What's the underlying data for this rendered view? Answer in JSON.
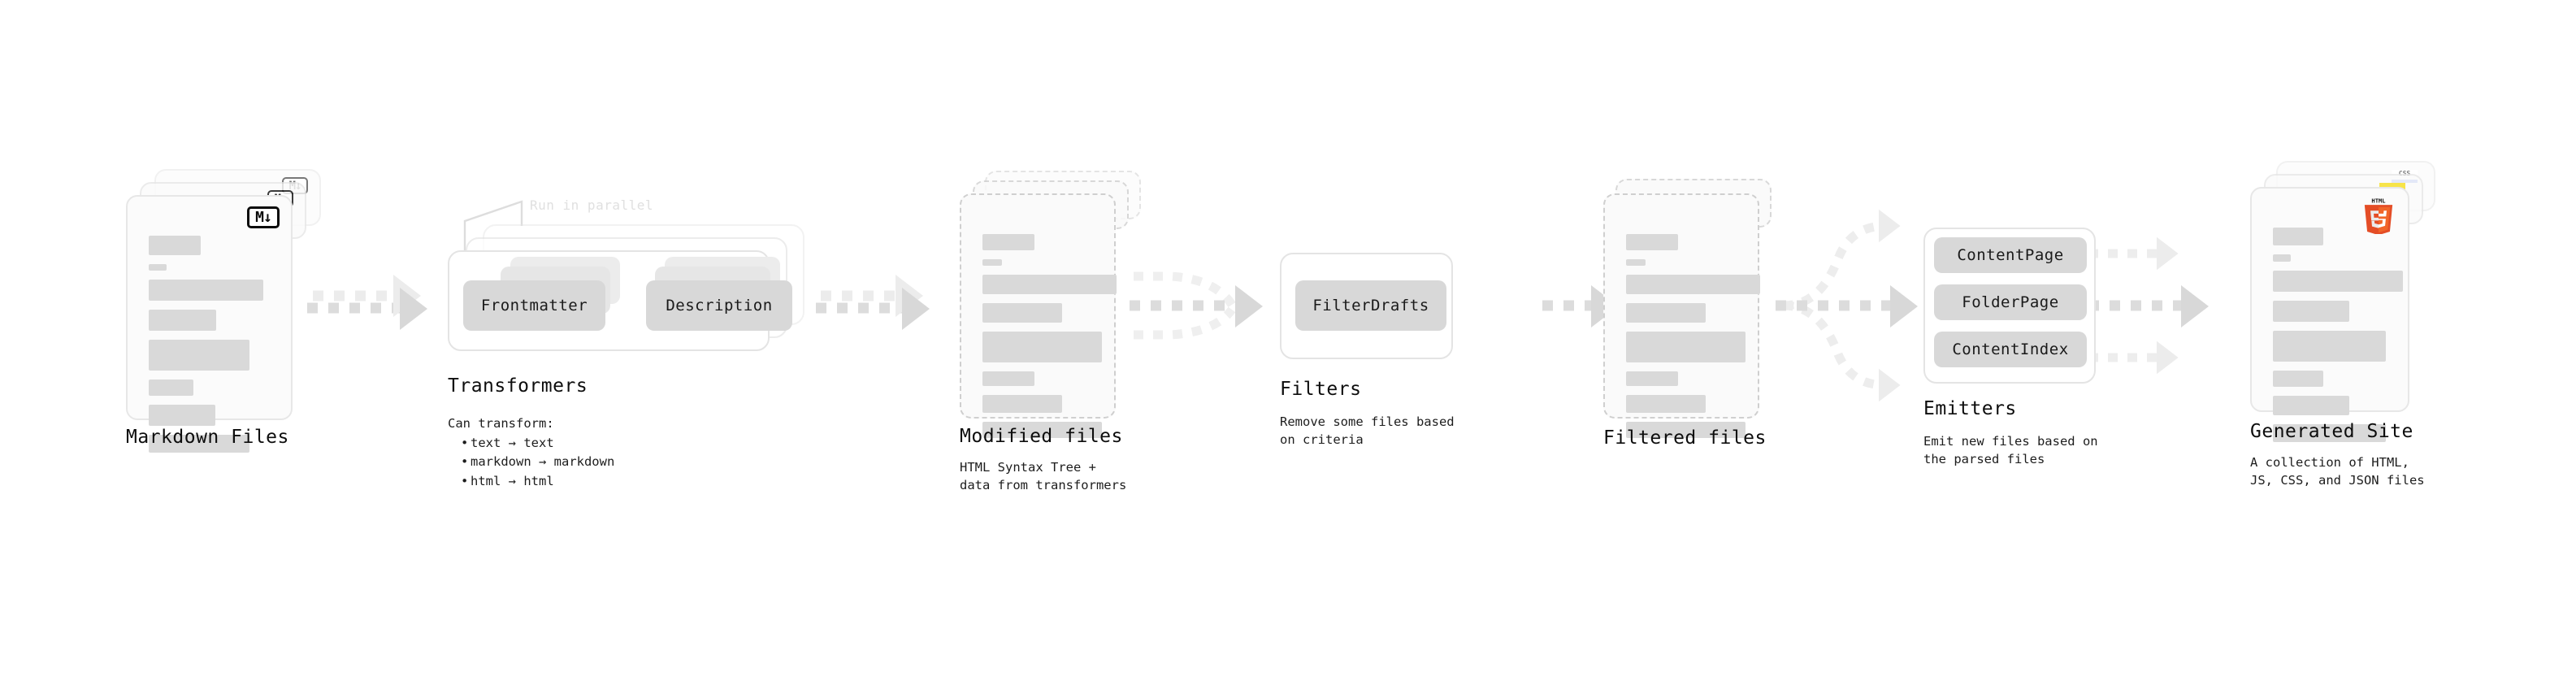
{
  "diagram": {
    "title_hidden": "",
    "colors": {
      "bar": "#d9d9d9",
      "pill": "#d8d8d8",
      "border": "#e4e4e4",
      "arrow": "#d5d5d5",
      "html5": "#e44d26",
      "html5_light": "#f16529",
      "css": "#264de4",
      "js": "#f7df1e",
      "text": "#0d0d0d",
      "hint": "#e0e0e0"
    },
    "stages": [
      {
        "id": "markdown-files",
        "caption": "Markdown Files",
        "subcaption": "",
        "badge": "M↓",
        "badge_name": "markdown-badge"
      },
      {
        "id": "transformers",
        "caption": "Transformers",
        "subcaption": "Can transform:",
        "hint": "Run in parallel",
        "nodes": [
          "Frontmatter",
          "Description"
        ],
        "bullets": [
          "text → text",
          "markdown → markdown",
          "html → html"
        ]
      },
      {
        "id": "modified-files",
        "caption": "Modified files",
        "subcaption": "HTML Syntax Tree +\ndata from transformers"
      },
      {
        "id": "filters",
        "caption": "Filters",
        "subcaption": "Remove some files based\non criteria",
        "nodes": [
          "FilterDrafts"
        ]
      },
      {
        "id": "filtered-files",
        "caption": "Filtered files",
        "subcaption": ""
      },
      {
        "id": "emitters",
        "caption": "Emitters",
        "subcaption": "Emit new files based on\nthe parsed files",
        "nodes": [
          "ContentPage",
          "FolderPage",
          "ContentIndex"
        ]
      },
      {
        "id": "generated-site",
        "caption": "Generated Site",
        "subcaption": "A collection of HTML,\nJS, CSS, and JSON files",
        "badges": [
          "css",
          "js",
          "html5"
        ],
        "html5_label": "HTML",
        "html5_digit": "5",
        "css_label": "CSS"
      }
    ],
    "arrows": [
      {
        "from": "markdown-files",
        "to": "transformers",
        "style": "dashed-multi"
      },
      {
        "from": "transformers",
        "to": "modified-files",
        "style": "dashed-multi"
      },
      {
        "from": "modified-files",
        "to": "filters",
        "style": "dashed-merge"
      },
      {
        "from": "filters",
        "to": "filtered-files",
        "style": "dashed-single"
      },
      {
        "from": "filtered-files",
        "to": "emitters",
        "style": "dashed-fan"
      },
      {
        "from": "emitters",
        "to": "generated-site",
        "style": "dashed-fan"
      }
    ]
  }
}
